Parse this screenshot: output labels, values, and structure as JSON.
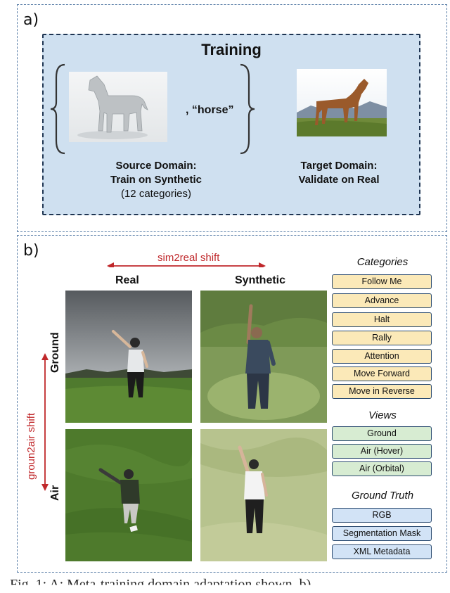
{
  "panel_a": {
    "label": "a)",
    "title": "Training",
    "horse_label": ", “horse”",
    "source_line1": "Source Domain:",
    "source_line2": "Train on Synthetic",
    "source_line3": "(12 categories)",
    "target_line1": "Target Domain:",
    "target_line2": "Validate on Real"
  },
  "panel_b": {
    "label": "b)",
    "sim2real": "sim2real shift",
    "groun2air": "groun2air shift",
    "col_real": "Real",
    "col_synthetic": "Synthetic",
    "row_ground": "Ground",
    "row_air": "Air",
    "categories_heading": "Categories",
    "categories": [
      "Follow Me",
      "Advance",
      "Halt",
      "Rally",
      "Attention",
      "Move Forward",
      "Move in Reverse"
    ],
    "views_heading": "Views",
    "views": [
      "Ground",
      "Air (Hover)",
      "Air (Orbital)"
    ],
    "ground_truth_heading": "Ground Truth",
    "ground_truth": [
      "RGB",
      "Segmentation Mask",
      "XML Metadata"
    ]
  },
  "colors": {
    "shift_arrow": "#c0282b",
    "category_fill": "#fbe9b8",
    "view_fill": "#d7ecd2",
    "ground_truth_fill": "#d2e3f6",
    "training_fill": "#cfe0f0"
  },
  "footer": "Fig. 1: A: Meta-training domain adaptation shown. b) ..."
}
